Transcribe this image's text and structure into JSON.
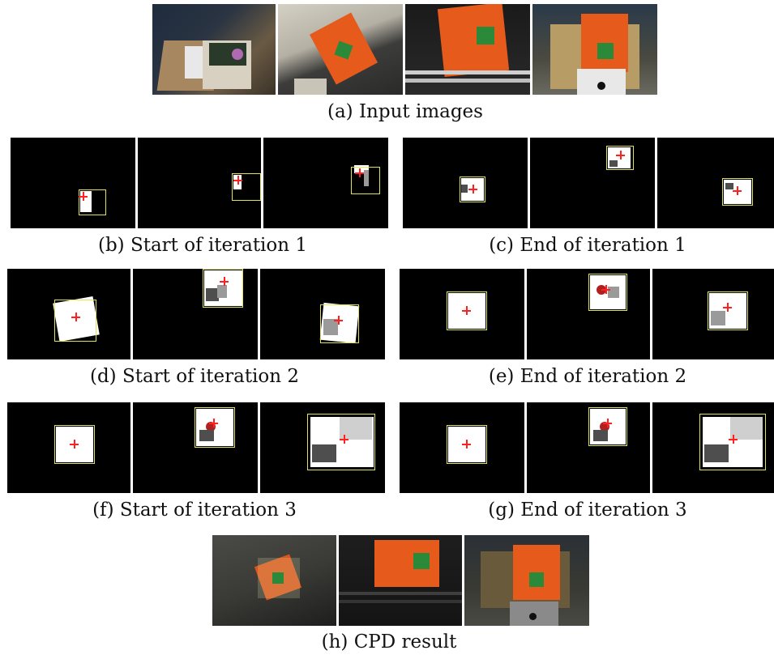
{
  "captions": {
    "a": "(a) Input images",
    "b": "(b) Start of iteration 1",
    "c": "(c) End of iteration 1",
    "d": "(d) Start of iteration 2",
    "e": "(e) End of iteration 2",
    "f": "(f) Start of iteration 3",
    "g": "(g) End of iteration 3",
    "h": "(h) CPD result"
  },
  "colors": {
    "bbox": "#e3e35a",
    "centroid_marker": "#ff2020",
    "panel_background": "#000000",
    "book_orange": "#e65a1c"
  }
}
